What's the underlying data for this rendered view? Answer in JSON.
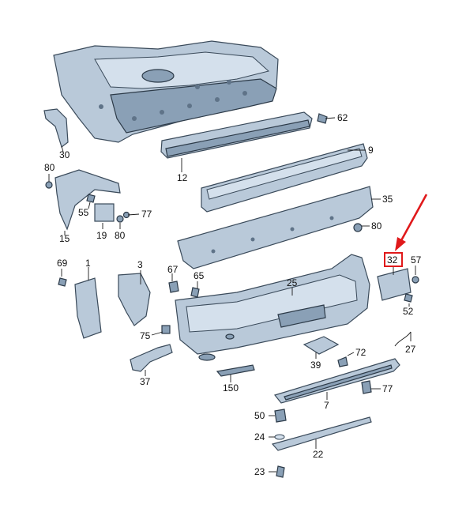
{
  "diagram": {
    "callouts": {
      "c62": "62",
      "c30": "30",
      "c9": "9",
      "c12": "12",
      "c80a": "80",
      "c35": "35",
      "c55": "55",
      "c77a": "77",
      "c19": "19",
      "c80b": "80",
      "c80c": "80",
      "c15": "15",
      "c32": "32",
      "c57": "57",
      "c69": "69",
      "c1": "1",
      "c3": "3",
      "c67": "67",
      "c65": "65",
      "c25": "25",
      "c52": "52",
      "c75": "75",
      "c72": "72",
      "c27": "27",
      "c39": "39",
      "c37": "37",
      "c150": "150",
      "c77b": "77",
      "c7": "7",
      "c50": "50",
      "c24": "24",
      "c22": "22",
      "c23": "23"
    },
    "highlight": {
      "part_number": "32",
      "color": "#e0191b"
    },
    "colors": {
      "part_fill": "#b9c9d9",
      "outline": "#3a4a5a"
    }
  }
}
